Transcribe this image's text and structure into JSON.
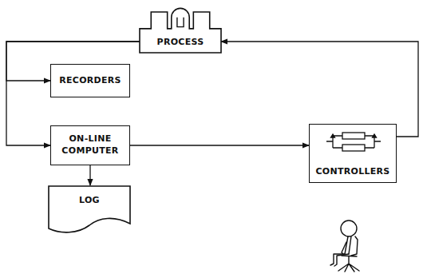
{
  "diagram": {
    "nodes": [
      {
        "text": [
          "PROCESS"
        ]
      },
      {
        "text": [
          "RECORDERS"
        ]
      },
      {
        "text": [
          "ON-LINE COMPUTER"
        ]
      },
      {
        "text": [
          "LOG"
        ]
      },
      {
        "text": [
          "CONTROLLERS"
        ]
      }
    ],
    "edges": [
      {
        "from": 0,
        "to": 1,
        "arrow": "to"
      },
      {
        "from": 0,
        "to": 2,
        "arrow": "to"
      },
      {
        "from": 2,
        "to": 3,
        "arrow": "to"
      },
      {
        "from": 2,
        "to": 4,
        "arrow": "to"
      },
      {
        "from": 4,
        "to": 0,
        "arrow": "to"
      }
    ]
  }
}
